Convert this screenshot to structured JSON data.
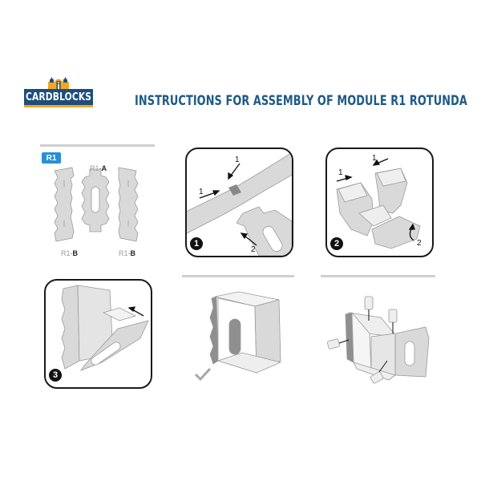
{
  "header": {
    "logo_text": "CARDBLOCKS",
    "title": "INSTRUCTIONS FOR ASSEMBLY OF MODULE R1 ROTUNDA"
  },
  "colors": {
    "brand_blue": "#1e4d7b",
    "brand_yellow": "#f2a724",
    "title_blue": "#1e5a87",
    "badge_blue": "#2a8fd6",
    "piece_gray": "#d9d9d9",
    "rule_gray": "#cfcfcf",
    "frame_black": "#1a1a1a"
  },
  "parts": {
    "badge": "R1",
    "labels": [
      {
        "prefix": "R1-",
        "suffix": "A"
      },
      {
        "prefix": "R1-",
        "suffix": "B"
      },
      {
        "prefix": "R1-",
        "suffix": "B"
      }
    ]
  },
  "steps": [
    {
      "number": "1",
      "arrows": [
        "1",
        "1",
        "2"
      ]
    },
    {
      "number": "2",
      "arrows": [
        "1",
        "1",
        "2"
      ]
    },
    {
      "number": "3",
      "arrows": []
    }
  ],
  "result": {
    "icon": "checkmark-icon"
  }
}
